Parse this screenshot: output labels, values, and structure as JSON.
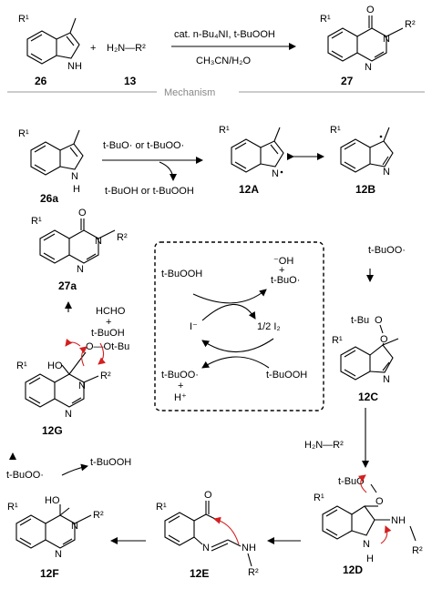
{
  "section_label": "Mechanism",
  "top_reaction": {
    "reactant1": "26",
    "plus": "+",
    "amine": "H₂N—R²",
    "reactant2": "13",
    "conditions_top": "cat. n-Bu₄NI, t-BuOOH",
    "conditions_bottom": "CH₃CN/H₂O",
    "product": "27"
  },
  "compounds": {
    "c26a": "26a",
    "c12A": "12A",
    "c12B": "12B",
    "c27a": "27a",
    "c12C": "12C",
    "c12D": "12D",
    "c12E": "12E",
    "c12F": "12F",
    "c12G": "12G"
  },
  "atoms": {
    "R1": "R¹",
    "R2": "R²",
    "NH": "NH",
    "N": "N",
    "H": "H",
    "O": "O",
    "HO": "HO",
    "tBuO": "t-Bu"
  },
  "step1": {
    "above": "t-BuO· or t-BuOO·",
    "below": "t-BuOH or t-BuOOH"
  },
  "catalytic_cycle": {
    "top_left": "t-BuOOH",
    "top_right_1": "⁻OH",
    "top_right_2": "+",
    "top_right_3": "t-BuO·",
    "middle_left": "I⁻",
    "middle_right": "1/2 I₂",
    "bottom_left_1": "t-BuOO·",
    "bottom_left_2": "+",
    "bottom_left_3": "H⁺",
    "bottom_right": "t-BuOOH"
  },
  "side_labels": {
    "tBuOO_radical": "t-BuOO·",
    "amine_12C": "H₂N—R²",
    "hcho": "HCHO",
    "plus": "+",
    "tBuOH": "t-BuOH",
    "Ot_Bu": "O—Ot-Bu",
    "tBuOOH_12G": "t-BuOOH",
    "tBuOO_12G": "t-BuOO·",
    "tBuO_12D": "t-BuO"
  }
}
